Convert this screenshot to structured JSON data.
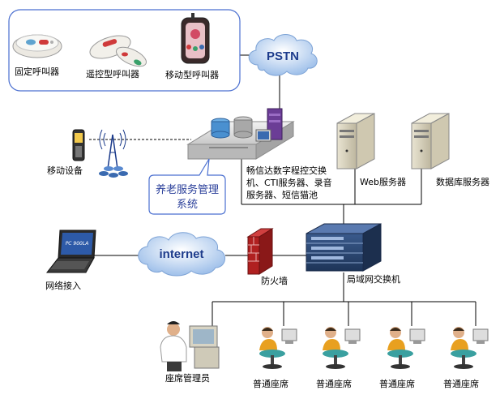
{
  "devices_panel": {
    "fixed_pager": "固定呼叫器",
    "remote_pager": "遥控型呼叫器",
    "mobile_pager": "移动型呼叫器"
  },
  "pstn": "PSTN",
  "internet": "internet",
  "mobile_device": "移动设备",
  "elder_system": {
    "line1": "养老服务管理",
    "line2": "系统"
  },
  "server_desc": {
    "line1": "畅信达数字程控交换",
    "line2": "机、CTI服务器、录音",
    "line3": "服务器、短信猫池"
  },
  "web_server": "Web服务器",
  "db_server": "数据库服务器",
  "network_access": "网络接入",
  "firewall": "防火墙",
  "lan_switch": "局域网交换机",
  "agent_admin": "座席管理员",
  "seats": [
    "普通座席",
    "普通座席",
    "普通座席",
    "普通座席"
  ],
  "laptop_screen_text": "PC 900LA",
  "colors": {
    "panel_border": "#4a6fd0",
    "cloud": "#a9c8ee",
    "internet_text": "#1e3c8c",
    "pstn_text": "#1e3c8c",
    "callout_text": "#2a3f9a",
    "firewall": "#b02020"
  }
}
